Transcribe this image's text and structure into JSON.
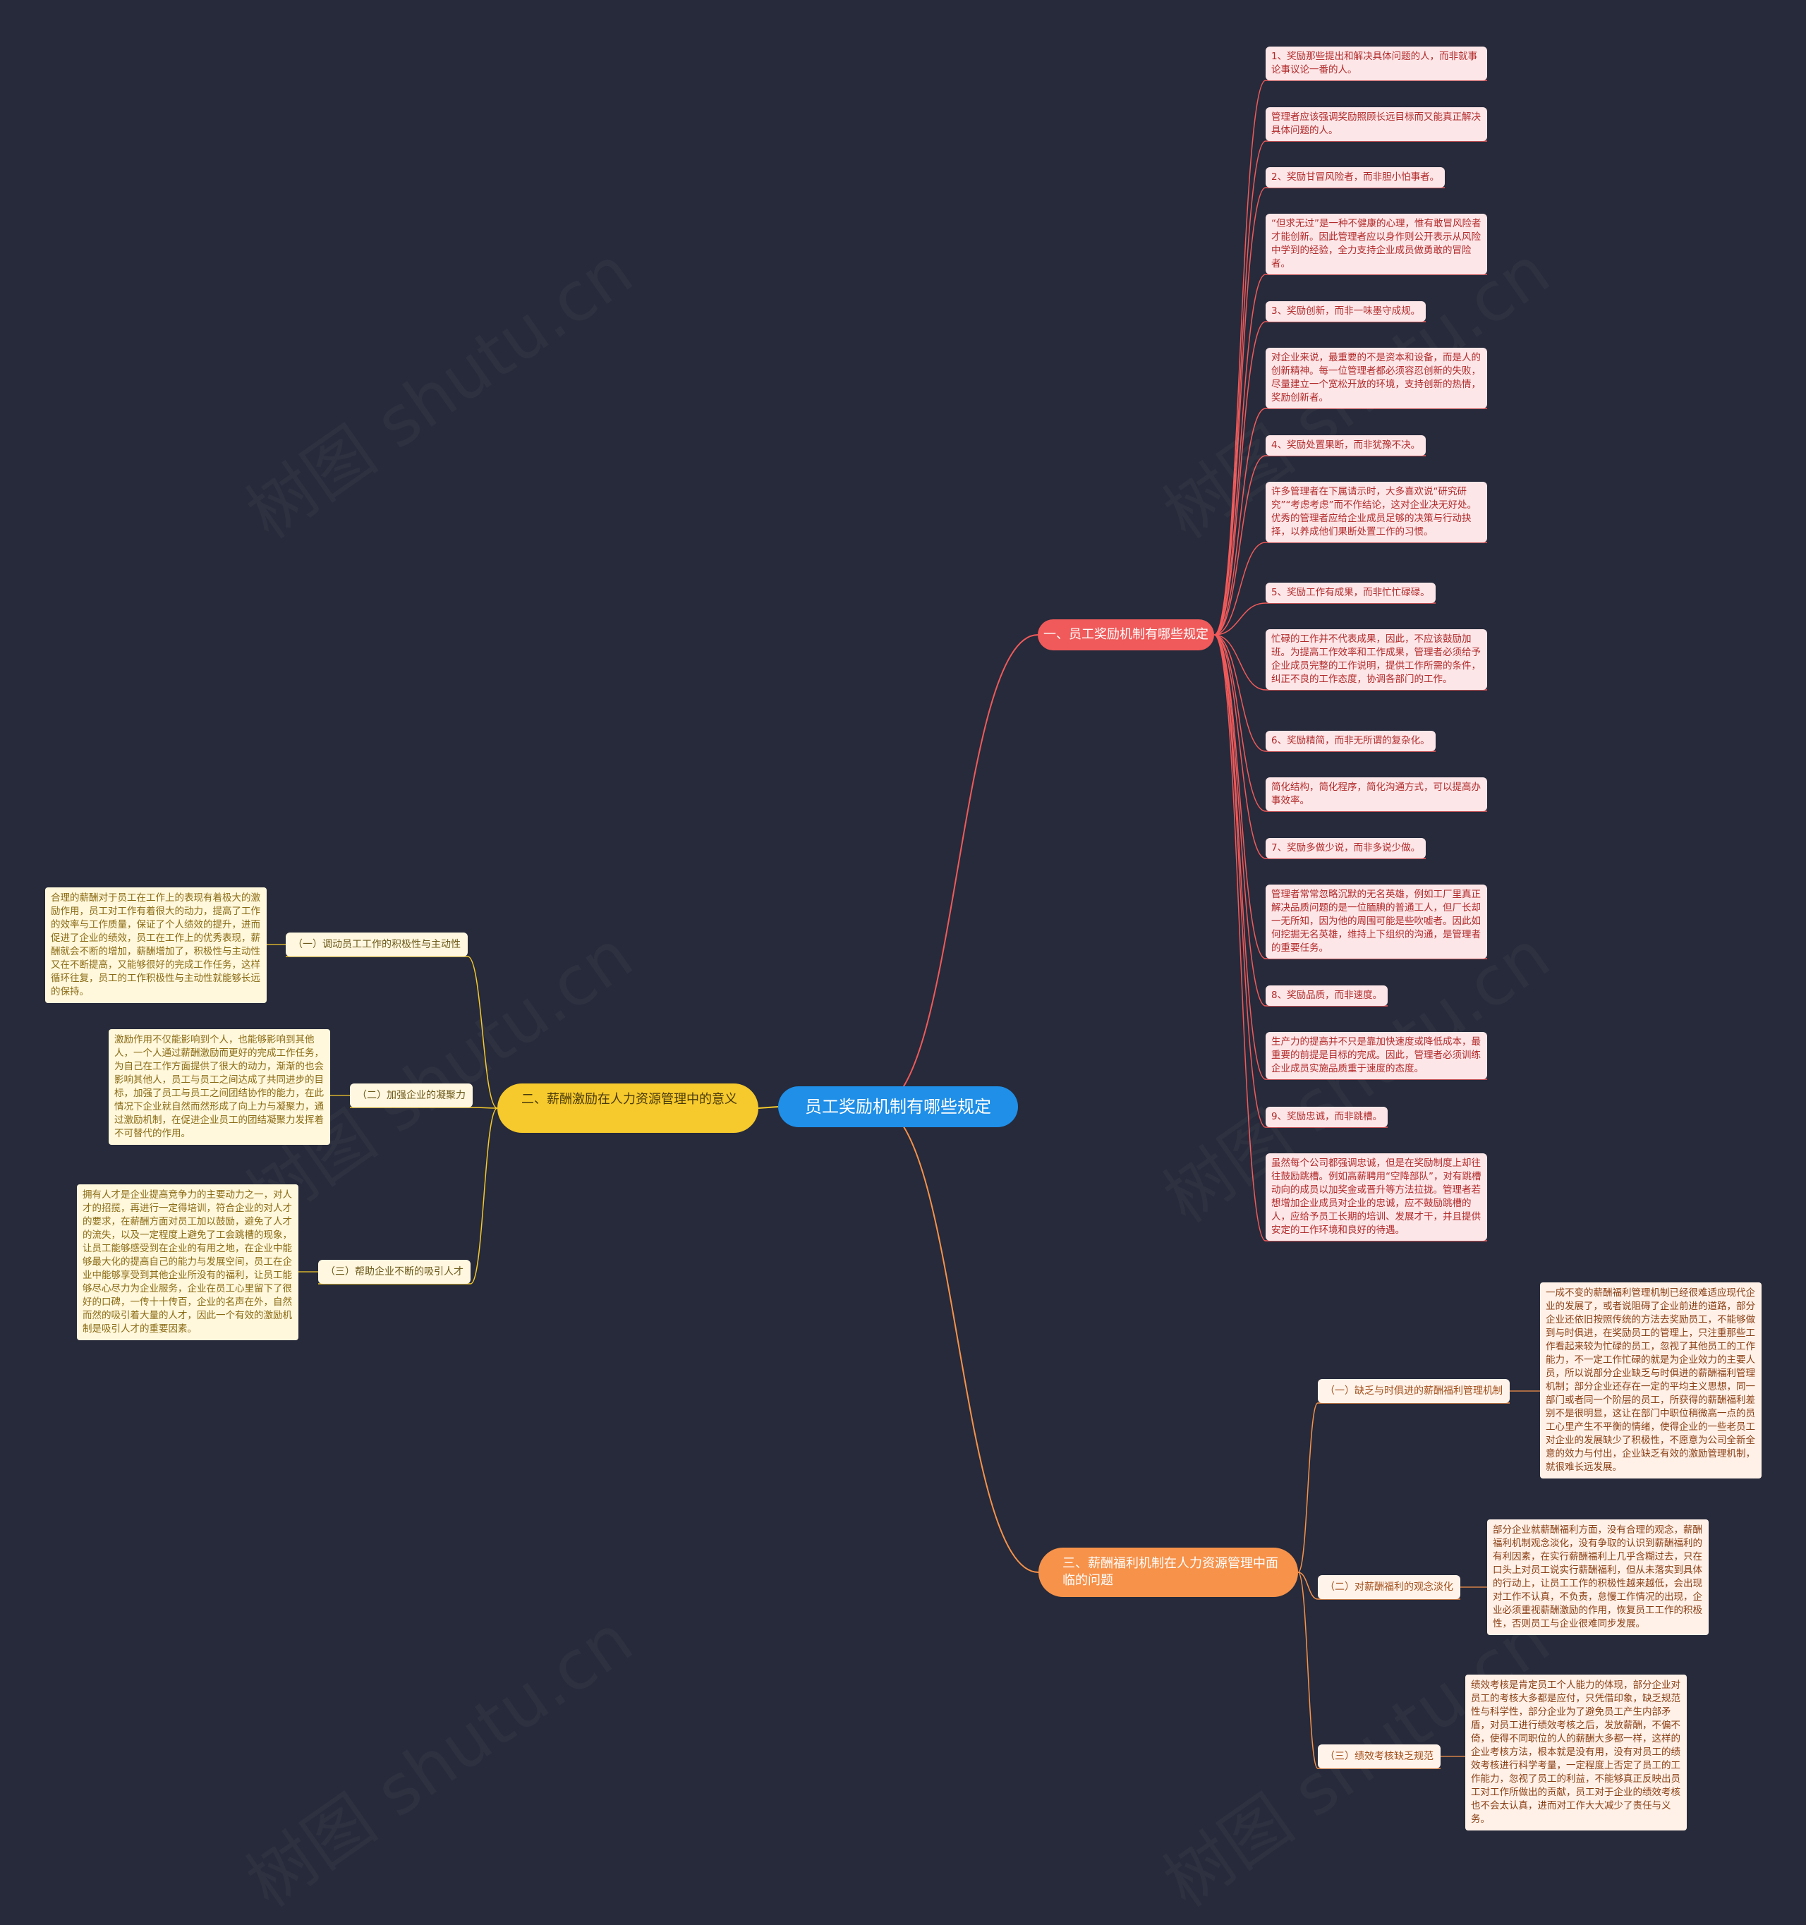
{
  "root": {
    "label": "员工奖励机制有哪些规定",
    "color": "#1f8fe8"
  },
  "branch1": {
    "label": "一、员工奖励机制有哪些规定",
    "color": "#f05a5a",
    "leaves": [
      "1、奖励那些提出和解决具体问题的人，而非就事论事议论一番的人。",
      "管理者应该强调奖励照顾长远目标而又能真正解决具体问题的人。",
      "2、奖励甘冒风险者，而非胆小怕事者。",
      "“但求无过”是一种不健康的心理，惟有敢冒风险者才能创新。因此管理者应以身作则公开表示从风险中学到的经验，全力支持企业成员做勇敢的冒险者。",
      "3、奖励创新，而非一味墨守成规。",
      "对企业来说，最重要的不是资本和设备，而是人的创新精神。每一位管理者都必须容忍创新的失败，尽量建立一个宽松开放的环境，支持创新的热情，奖励创新者。",
      "4、奖励处置果断，而非犹豫不决。",
      "许多管理者在下属请示时，大多喜欢说“研究研究”“考虑考虑”而不作结论，这对企业决无好处。优秀的管理者应给企业成员足够的决策与行动抉择，以养成他们果断处置工作的习惯。",
      "5、奖励工作有成果，而非忙忙碌碌。",
      "忙碌的工作并不代表成果，因此，不应该鼓励加班。为提高工作效率和工作成果，管理者必须给予企业成员完整的工作说明，提供工作所需的条件，纠正不良的工作态度，协调各部门的工作。",
      "6、奖励精简，而非无所谓的复杂化。",
      "简化结构，简化程序，简化沟通方式，可以提高办事效率。",
      "7、奖励多做少说，而非多说少做。",
      "管理者常常忽略沉默的无名英雄，例如工厂里真正解决品质问题的是一位腼腆的普通工人，但厂长却一无所知，因为他的周围可能是些吹嘘者。因此如何挖掘无名英雄，维持上下组织的沟通，是管理者的重要任务。",
      "8、奖励品质，而非速度。",
      "生产力的提高并不只是靠加快速度或降低成本，最重要的前提是目标的完成。因此，管理者必须训练企业成员实施品质重于速度的态度。",
      "9、奖励忠诚，而非跳槽。",
      "虽然每个公司都强调忠诚，但是在奖励制度上却往往鼓励跳槽。例如高薪聘用“空降部队”，对有跳槽动向的成员以加奖金或晋升等方法拉拢。管理者若想增加企业成员对企业的忠诚，应不鼓励跳槽的人，应给予员工长期的培训、发展才干，并且提供安定的工作环境和良好的待遇。"
    ]
  },
  "branch2": {
    "label": "二、薪酬激励在人力资源管理中的意义",
    "color": "#f6c92c",
    "subs": [
      {
        "label": "（一）调动员工工作的积极性与主动性",
        "text": "合理的薪酬对于员工在工作上的表现有着极大的激励作用，员工对工作有着很大的动力，提高了工作的效率与工作质量，保证了个人绩效的提升，进而促进了企业的绩效，员工在工作上的优秀表现，薪酬就会不断的增加，薪酬增加了，积极性与主动性又在不断提高，又能够很好的完成工作任务，这样循环往复，员工的工作积极性与主动性就能够长远的保持。"
      },
      {
        "label": "（二）加强企业的凝聚力",
        "text": "激励作用不仅能影响到个人，也能够影响到其他人，一个人通过薪酬激励而更好的完成工作任务，为自己在工作方面提供了很大的动力，渐渐的也会影响其他人，员工与员工之间达成了共同进步的目标，加强了员工与员工之间团结协作的能力，在此情况下企业就自然而然形成了向上力与凝聚力，通过激励机制，在促进企业员工的团结凝聚力发挥着不可替代的作用。"
      },
      {
        "label": "（三）帮助企业不断的吸引人才",
        "text": "拥有人才是企业提高竞争力的主要动力之一，对人才的招揽，再进行一定得培训，符合企业的对人才的要求，在薪酬方面对员工加以鼓励，避免了人才的流失，以及一定程度上避免了工会跳槽的现象，让员工能够感受到在企业的有用之地，在企业中能够最大化的提高自己的能力与发展空间，员工在企业中能够享受到其他企业所没有的福利，让员工能够尽心尽力为企业服务，企业在员工心里留下了很好的口碑，一传十十传百，企业的名声在外，自然而然的吸引着大量的人才，因此一个有效的激励机制是吸引人才的重要因素。"
      }
    ]
  },
  "branch3": {
    "label": "三、薪酬福利机制在人力资源管理中面临的问题",
    "color": "#f7924a",
    "subs": [
      {
        "label": "（一）缺乏与时俱进的薪酬福利管理机制",
        "text": "一成不变的薪酬福利管理机制已经很难适应现代企业的发展了，或者说阻碍了企业前进的道路，部分企业还依旧按照传统的方法去奖励员工，不能够做到与时俱进，在奖励员工的管理上，只注重那些工作看起来较为忙碌的员工，忽视了其他员工的工作能力，不一定工作忙碌的就是为企业效力的主要人员，所以说部分企业缺乏与时俱进的薪酬福利管理机制；部分企业还存在一定的平均主义思想，同一部门或者同一个阶层的员工，所获得的薪酬福利差别不是很明显，这让在部门中职位稍微高一点的员工心里产生不平衡的情绪，使得企业的一些老员工对企业的发展缺少了积极性，不愿意为公司全新全意的效力与付出，企业缺乏有效的激励管理机制，就很难长远发展。"
      },
      {
        "label": "（二）对薪酬福利的观念淡化",
        "text": "部分企业就薪酬福利方面，没有合理的观念，薪酬福利机制观念淡化，没有争取的认识到薪酬福利的有利因素，在实行薪酬福利上几乎含糊过去，只在口头上对员工说实行薪酬福利，但从未落实到具体的行动上，让员工工作的积极性越来越低，会出现对工作不认真，不负责，怠慢工作情况的出现，企业必须重视薪酬激励的作用，恢复员工工作的积极性，否则员工与企业很难同步发展。"
      },
      {
        "label": "（三）绩效考核缺乏规范",
        "text": "绩效考核是肯定员工个人能力的体现，部分企业对员工的考核大多都是应付，只凭借印象，缺乏规范性与科学性，部分企业为了避免员工产生内部矛盾，对员工进行绩效考核之后，发放薪酬，不偏不倚，使得不同职位的人的薪酬大多都一样，这样的企业考核方法，根本就是没有用，没有对员工的绩效考核进行科学考量，一定程度上否定了员工的工作能力，忽视了员工的利益，不能够真正反映出员工对工作所做出的贡献，员工对于企业的绩效考核也不会太认真，进而对工作大大减少了责任与义务。"
      }
    ]
  },
  "watermark": "树图 shutu.cn"
}
